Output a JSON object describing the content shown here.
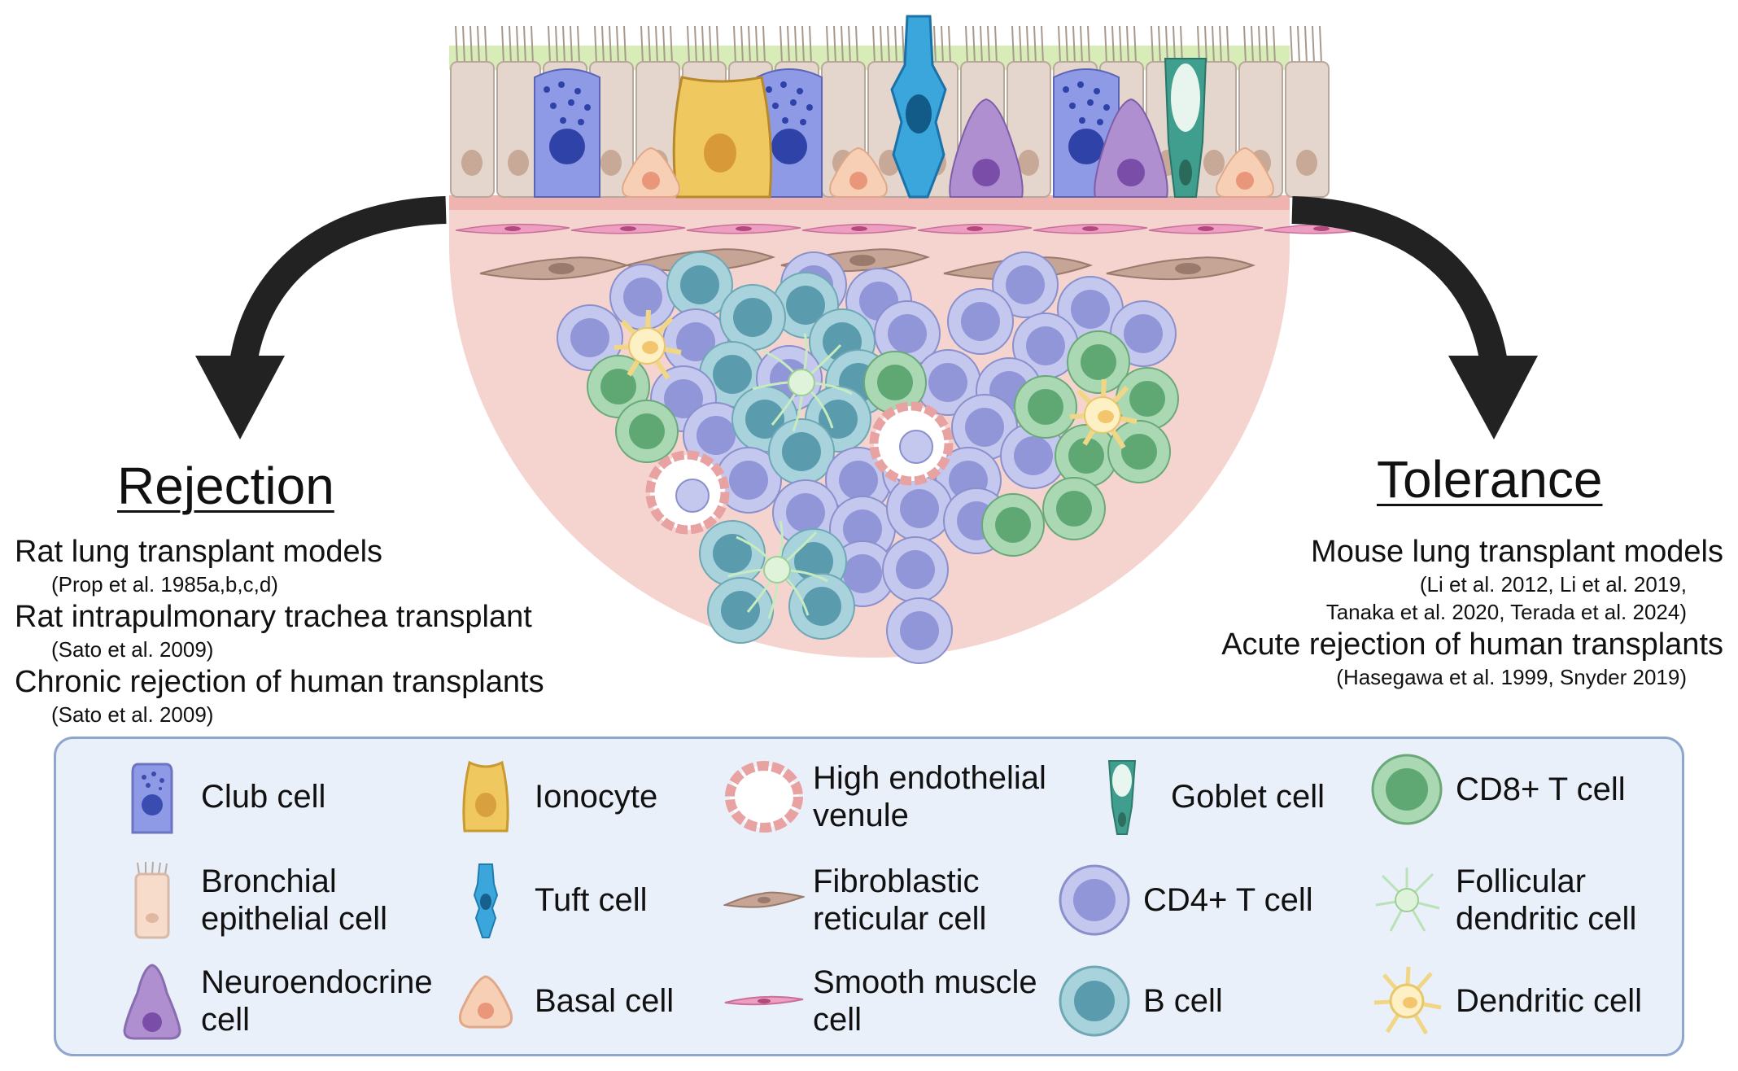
{
  "labels": {
    "rejection_title": "Rejection",
    "tolerance_title": "Tolerance"
  },
  "rejection_items": [
    {
      "text": "Rat lung transplant models",
      "ref": "(Prop et al. 1985a,b,c,d)"
    },
    {
      "text": "Rat intrapulmonary trachea transplant",
      "ref": "(Sato et al. 2009)"
    },
    {
      "text": "Chronic rejection of human transplants",
      "ref": "(Sato et al. 2009)"
    }
  ],
  "tolerance_items": [
    {
      "text": "Mouse lung transplant models",
      "ref1": "(Li et al. 2012, Li et al. 2019,",
      "ref2": "Tanaka et al. 2020, Terada et al. 2024)"
    },
    {
      "text": "Acute rejection of human transplants",
      "ref1": "(Hasegawa et al. 1999, Snyder 2019)"
    }
  ],
  "legend": [
    {
      "icon": "club-cell-icon",
      "label": "Club cell"
    },
    {
      "icon": "ionocyte-icon",
      "label": "Ionocyte"
    },
    {
      "icon": "high-endothelial-venule-icon",
      "label": "High endothelial venule"
    },
    {
      "icon": "goblet-cell-icon",
      "label": "Goblet cell"
    },
    {
      "icon": "cd8-t-cell-icon",
      "label": "CD8+ T cell"
    },
    {
      "icon": "bronchial-epithelial-cell-icon",
      "label": "Bronchial epithelial cell"
    },
    {
      "icon": "tuft-cell-icon",
      "label": "Tuft cell"
    },
    {
      "icon": "fibroblastic-reticular-cell-icon",
      "label": "Fibroblastic reticular cell"
    },
    {
      "icon": "cd4-t-cell-icon",
      "label": "CD4+ T cell"
    },
    {
      "icon": "follicular-dendritic-cell-icon",
      "label": "Follicular dendritic cell"
    },
    {
      "icon": "neuroendocrine-cell-icon",
      "label": "Neuroendocrine cell"
    },
    {
      "icon": "basal-cell-icon",
      "label": "Basal cell"
    },
    {
      "icon": "smooth-muscle-cell-icon",
      "label": "Smooth muscle cell"
    },
    {
      "icon": "b-cell-icon",
      "label": "B cell"
    },
    {
      "icon": "dendritic-cell-icon",
      "label": "Dendritic cell"
    }
  ],
  "colors": {
    "club": "#8f9ae6",
    "ionocyte": "#f0c860",
    "goblet": "#3f9e8e",
    "tuft": "#3aa6dc",
    "neuroendocrine": "#b08fd0",
    "basal": "#f7cfb5",
    "bronchial": "#e4d6cc",
    "cd4": "#9fa6e0",
    "b_cell": "#7fb9c6",
    "cd8": "#7fc48f",
    "lamina": "#f5d4cf",
    "legend_bg": "#eaf0f9",
    "legend_border": "#8fa6cc"
  }
}
